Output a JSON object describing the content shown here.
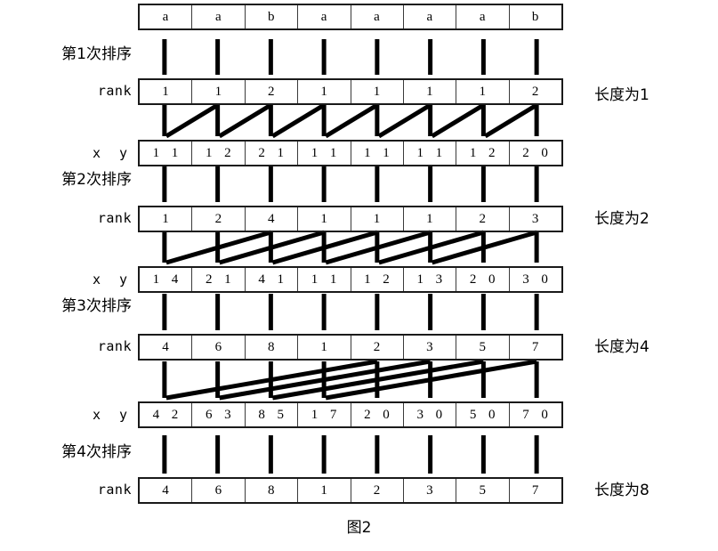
{
  "figure": {
    "caption": "图2",
    "cell_count": 8
  },
  "colors": {
    "ink": "#000000",
    "cell_border": "#3a3a3a",
    "row_border": "#1a1a1a",
    "background": "#ffffff"
  },
  "rows": {
    "letters": {
      "label": "",
      "values": [
        "a",
        "a",
        "b",
        "a",
        "a",
        "a",
        "a",
        "b"
      ]
    },
    "rank1": {
      "label": "rank",
      "values": [
        "1",
        "1",
        "2",
        "1",
        "1",
        "1",
        "1",
        "2"
      ]
    },
    "xy1": {
      "label_x": "x",
      "label_y": "y",
      "pairs": [
        [
          "1",
          "1"
        ],
        [
          "1",
          "2"
        ],
        [
          "2",
          "1"
        ],
        [
          "1",
          "1"
        ],
        [
          "1",
          "1"
        ],
        [
          "1",
          "1"
        ],
        [
          "1",
          "2"
        ],
        [
          "2",
          "0"
        ]
      ]
    },
    "rank2": {
      "label": "rank",
      "values": [
        "1",
        "2",
        "4",
        "1",
        "1",
        "1",
        "2",
        "3"
      ]
    },
    "xy2": {
      "label_x": "x",
      "label_y": "y",
      "pairs": [
        [
          "1",
          "4"
        ],
        [
          "2",
          "1"
        ],
        [
          "4",
          "1"
        ],
        [
          "1",
          "1"
        ],
        [
          "1",
          "2"
        ],
        [
          "1",
          "3"
        ],
        [
          "2",
          "0"
        ],
        [
          "3",
          "0"
        ]
      ]
    },
    "rank3": {
      "label": "rank",
      "values": [
        "4",
        "6",
        "8",
        "1",
        "2",
        "3",
        "5",
        "7"
      ]
    },
    "xy3": {
      "label_x": "x",
      "label_y": "y",
      "pairs": [
        [
          "4",
          "2"
        ],
        [
          "6",
          "3"
        ],
        [
          "8",
          "5"
        ],
        [
          "1",
          "7"
        ],
        [
          "2",
          "0"
        ],
        [
          "3",
          "0"
        ],
        [
          "5",
          "0"
        ],
        [
          "7",
          "0"
        ]
      ]
    },
    "rank4": {
      "label": "rank",
      "values": [
        "4",
        "6",
        "8",
        "1",
        "2",
        "3",
        "5",
        "7"
      ]
    }
  },
  "pass_labels": {
    "pass1": "第1次排序",
    "pass2": "第2次排序",
    "pass3": "第3次排序",
    "pass4": "第4次排序"
  },
  "length_labels": {
    "len1": "长度为1",
    "len2": "长度为2",
    "len3": "长度为4",
    "len4": "长度为8"
  },
  "chart_data": {
    "type": "diagram",
    "title": "图2",
    "description": "Suffix array doubling construction over string a a b a a a a b",
    "stages": [
      {
        "pass": "第1次排序",
        "length": "长度为1",
        "rank": [
          1,
          1,
          2,
          1,
          1,
          1,
          1,
          2
        ],
        "xy": [
          [
            1,
            1
          ],
          [
            1,
            2
          ],
          [
            2,
            1
          ],
          [
            1,
            1
          ],
          [
            1,
            1
          ],
          [
            1,
            1
          ],
          [
            1,
            2
          ],
          [
            2,
            0
          ]
        ],
        "link_span": 1
      },
      {
        "pass": "第2次排序",
        "length": "长度为2",
        "rank": [
          1,
          2,
          4,
          1,
          1,
          1,
          2,
          3
        ],
        "xy": [
          [
            1,
            4
          ],
          [
            2,
            1
          ],
          [
            4,
            1
          ],
          [
            1,
            1
          ],
          [
            1,
            2
          ],
          [
            1,
            3
          ],
          [
            2,
            0
          ],
          [
            3,
            0
          ]
        ],
        "link_span": 2
      },
      {
        "pass": "第3次排序",
        "length": "长度为4",
        "rank": [
          4,
          6,
          8,
          1,
          2,
          3,
          5,
          7
        ],
        "xy": [
          [
            4,
            2
          ],
          [
            6,
            3
          ],
          [
            8,
            5
          ],
          [
            1,
            7
          ],
          [
            2,
            0
          ],
          [
            3,
            0
          ],
          [
            5,
            0
          ],
          [
            7,
            0
          ]
        ],
        "link_span": 4
      },
      {
        "pass": "第4次排序",
        "length": "长度为8",
        "rank": [
          4,
          6,
          8,
          1,
          2,
          3,
          5,
          7
        ],
        "xy": null,
        "link_span": 8
      }
    ],
    "string": [
      "a",
      "a",
      "b",
      "a",
      "a",
      "a",
      "a",
      "b"
    ]
  }
}
